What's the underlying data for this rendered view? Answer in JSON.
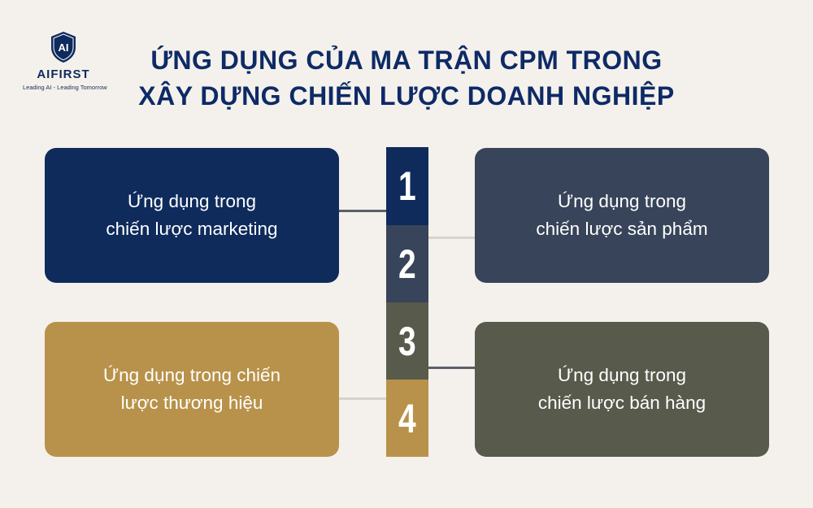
{
  "logo": {
    "mark": "AI",
    "name": "AIFIRST",
    "tagline": "Leading AI - Leading Tomorrow"
  },
  "title": {
    "line1": "ỨNG DỤNG CỦA MA TRẬN CPM TRONG",
    "line2": "XÂY DỰNG CHIẾN LƯỢC DOANH NGHIỆP"
  },
  "items": [
    {
      "number": "1",
      "line1": "Ứng dụng trong",
      "line2": "chiến lược marketing",
      "color": "#0f2b5c"
    },
    {
      "number": "2",
      "line1": "Ứng dụng trong",
      "line2": "chiến lược sản phẩm",
      "color": "#374459"
    },
    {
      "number": "3",
      "line1": "Ứng dụng trong",
      "line2": "chiến lược bán hàng",
      "color": "#585a4c"
    },
    {
      "number": "4",
      "line1": "Ứng dụng trong chiến",
      "line2": "lược thương hiệu",
      "color": "#b8924a"
    }
  ],
  "colors": {
    "background": "#f4f1ec",
    "title": "#0e2a66"
  }
}
